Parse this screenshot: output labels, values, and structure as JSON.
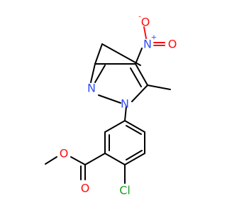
{
  "atoms": {
    "n_ring_1": {
      "label": "N",
      "color": "#3050f8"
    },
    "n_ring_2": {
      "label": "N",
      "color": "#3050f8"
    },
    "n_nitro": {
      "label": "N",
      "color": "#3050f8",
      "charge": "+"
    },
    "o_nitro_1": {
      "label": "O",
      "color": "#ff0d0d",
      "charge": "-"
    },
    "o_nitro_2": {
      "label": "O",
      "color": "#ff0d0d"
    },
    "o_ester_1": {
      "label": "O",
      "color": "#ff0d0d"
    },
    "o_ester_2": {
      "label": "O",
      "color": "#ff0d0d"
    },
    "cl": {
      "label": "Cl",
      "color": "#1fa01f"
    }
  }
}
